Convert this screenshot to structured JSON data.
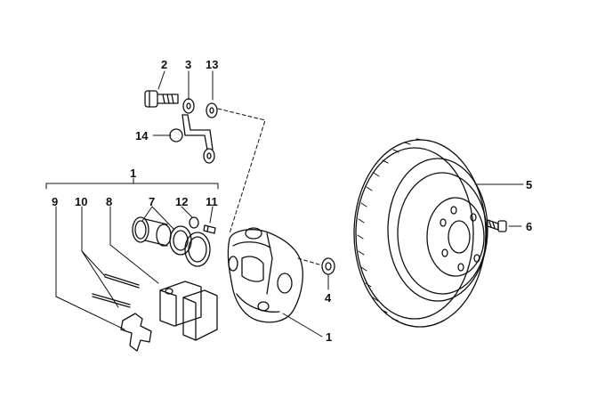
{
  "diagram": {
    "callouts": {
      "c1_top": "1",
      "c1_bottom": "1",
      "c2": "2",
      "c3": "3",
      "c4": "4",
      "c5": "5",
      "c6": "6",
      "c7": "7",
      "c8": "8",
      "c9": "9",
      "c10": "10",
      "c11": "11",
      "c12": "12",
      "c13": "13",
      "c14": "14"
    },
    "colors": {
      "line": "#111111",
      "background": "#ffffff"
    }
  }
}
